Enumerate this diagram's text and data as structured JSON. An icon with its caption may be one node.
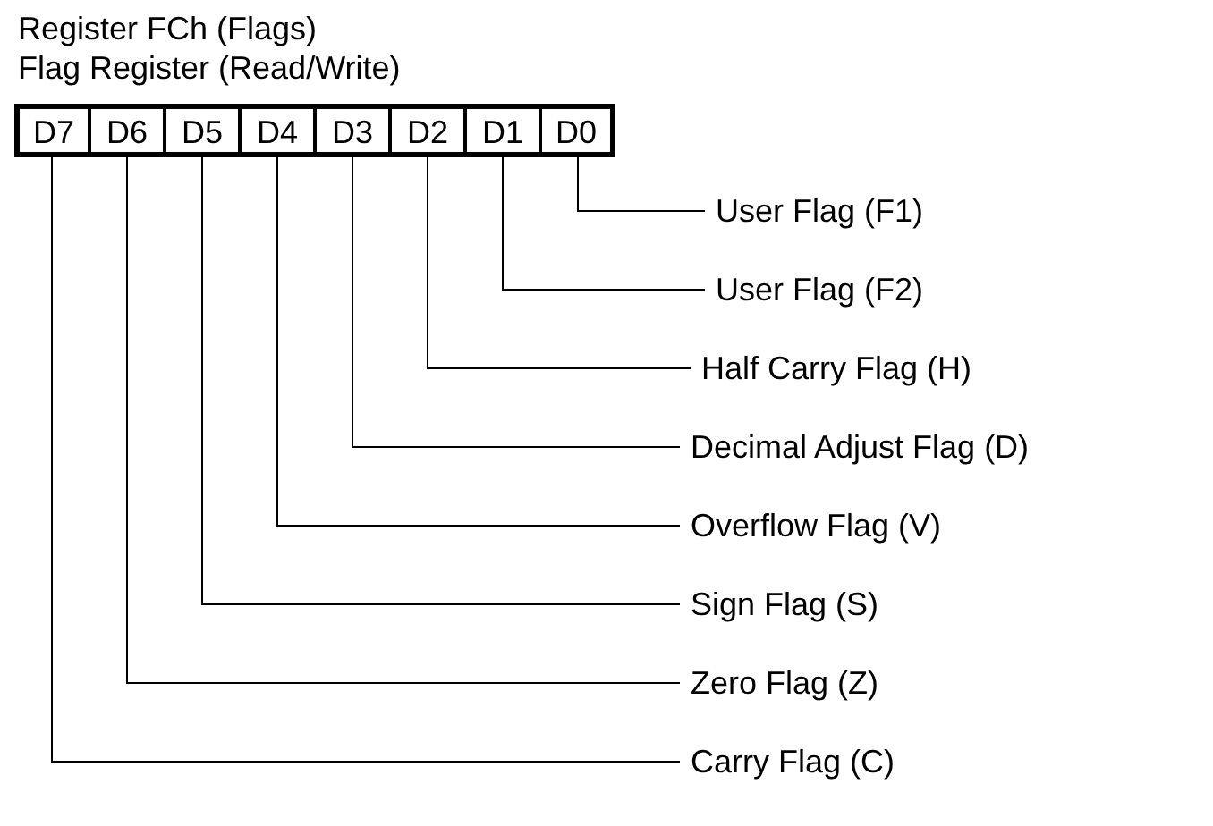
{
  "diagram": {
    "title": "Register FCh (Flags)",
    "nodes": [
      {
        "text": [
          "D7"
        ]
      },
      {
        "text": [
          "D6"
        ]
      },
      {
        "text": [
          "D5"
        ]
      },
      {
        "text": [
          "D4"
        ]
      },
      {
        "text": [
          "D3"
        ]
      },
      {
        "text": [
          "D2"
        ]
      },
      {
        "text": [
          "D1"
        ]
      },
      {
        "text": [
          "D0"
        ]
      },
      {
        "text": [
          "User Flag (F1)"
        ]
      },
      {
        "text": [
          "User Flag (F2)"
        ]
      },
      {
        "text": [
          "Half Carry Flag (H)"
        ]
      },
      {
        "text": [
          "Decimal Adjust Flag (D)"
        ]
      },
      {
        "text": [
          "Overflow Flag (V)"
        ]
      },
      {
        "text": [
          "Sign Flag (S)"
        ]
      },
      {
        "text": [
          "Zero Flag (Z)"
        ]
      },
      {
        "text": [
          "Carry Flag (C)"
        ]
      }
    ],
    "edges": [
      {
        "from": 7,
        "to": 8,
        "arrow": "none"
      },
      {
        "from": 6,
        "to": 9,
        "arrow": "none"
      },
      {
        "from": 5,
        "to": 10,
        "arrow": "none"
      },
      {
        "from": 4,
        "to": 11,
        "arrow": "none"
      },
      {
        "from": 3,
        "to": 12,
        "arrow": "none"
      },
      {
        "from": 2,
        "to": 13,
        "arrow": "none"
      },
      {
        "from": 1,
        "to": 14,
        "arrow": "none"
      },
      {
        "from": 0,
        "to": 15,
        "arrow": "none"
      }
    ],
    "labels": [
      "Flag Register (Read/Write)"
    ]
  }
}
